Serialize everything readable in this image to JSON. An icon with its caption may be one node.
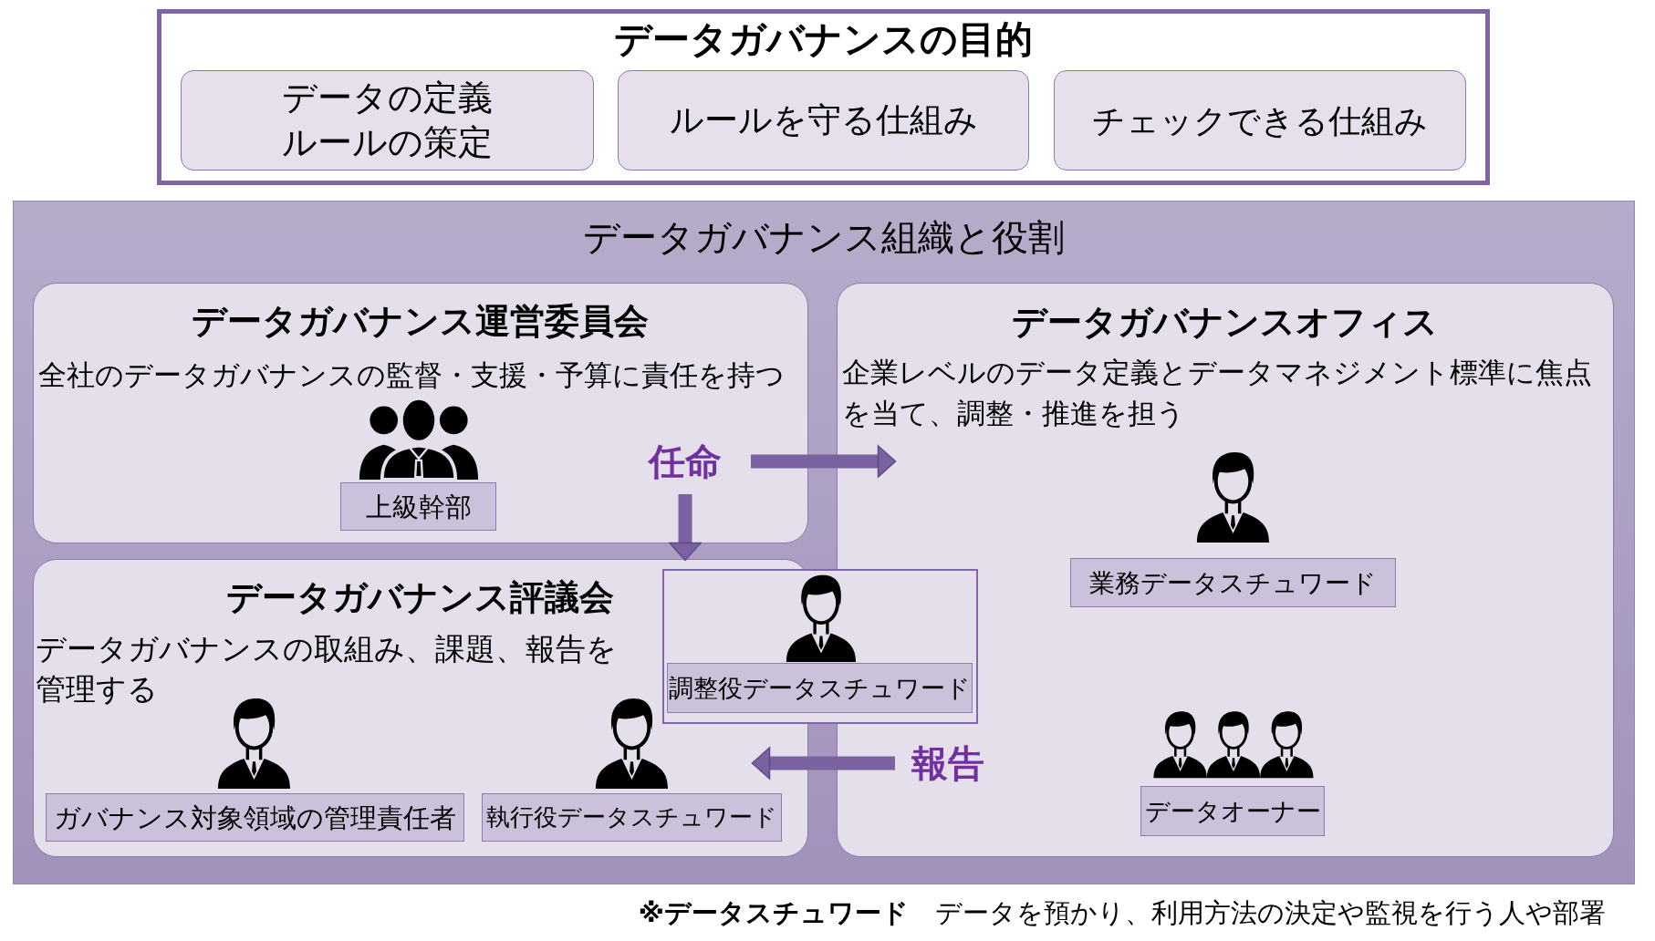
{
  "diagram": {
    "nodes": [
      {
        "text": [
          "データガバナンスの目的"
        ]
      },
      {
        "text": [
          "データの定義ルールの策定"
        ],
        "in": 0
      },
      {
        "text": [
          "ルールを守る仕組み"
        ],
        "in": 0
      },
      {
        "text": [
          "チェックできる仕組み"
        ],
        "in": 0
      },
      {
        "text": [
          "データガバナンス組織と役割"
        ]
      },
      {
        "text": [
          "データガバナンス運営委員会",
          "全社のデータガバナンスの監督・支援・予算に責任を持つ"
        ],
        "in": 4
      },
      {
        "text": [
          "上級幹部"
        ],
        "in": 5
      },
      {
        "text": [
          "任命"
        ],
        "in": 5
      },
      {
        "text": [
          "データガバナンスオフィス",
          "企業レベルのデータ定義とデータマネジメント標準に焦点を当て、調整・推進を担う"
        ],
        "in": 4
      },
      {
        "text": [
          "業務データスチュワード"
        ],
        "in": 8
      },
      {
        "text": [
          "報告"
        ],
        "in": 8
      },
      {
        "text": [
          "データオーナー"
        ],
        "in": 8
      },
      {
        "text": [
          "データガバナンス評議会",
          "データガバナンスの取組み、課題、報告を管理する"
        ],
        "in": 4
      },
      {
        "text": [],
        "shape": "box",
        "in": 4
      },
      {
        "text": [
          "調整役データスチュワード"
        ],
        "in": 13
      },
      {
        "text": [
          "ガバナンス対象領域の管理責任者"
        ],
        "in": 12
      },
      {
        "text": [
          "執行役データスチュワード"
        ],
        "in": 12
      }
    ],
    "edges": [
      {
        "from": 7,
        "to": 8,
        "arrow": "to"
      },
      {
        "from": 7,
        "to": 12,
        "arrow": "to"
      },
      {
        "from": 10,
        "to": 12,
        "arrow": "to"
      }
    ],
    "labels": [
      "**※データスチュワード**　データを預かり、利用方法の決定や監視を行う人や部署"
    ]
  }
}
